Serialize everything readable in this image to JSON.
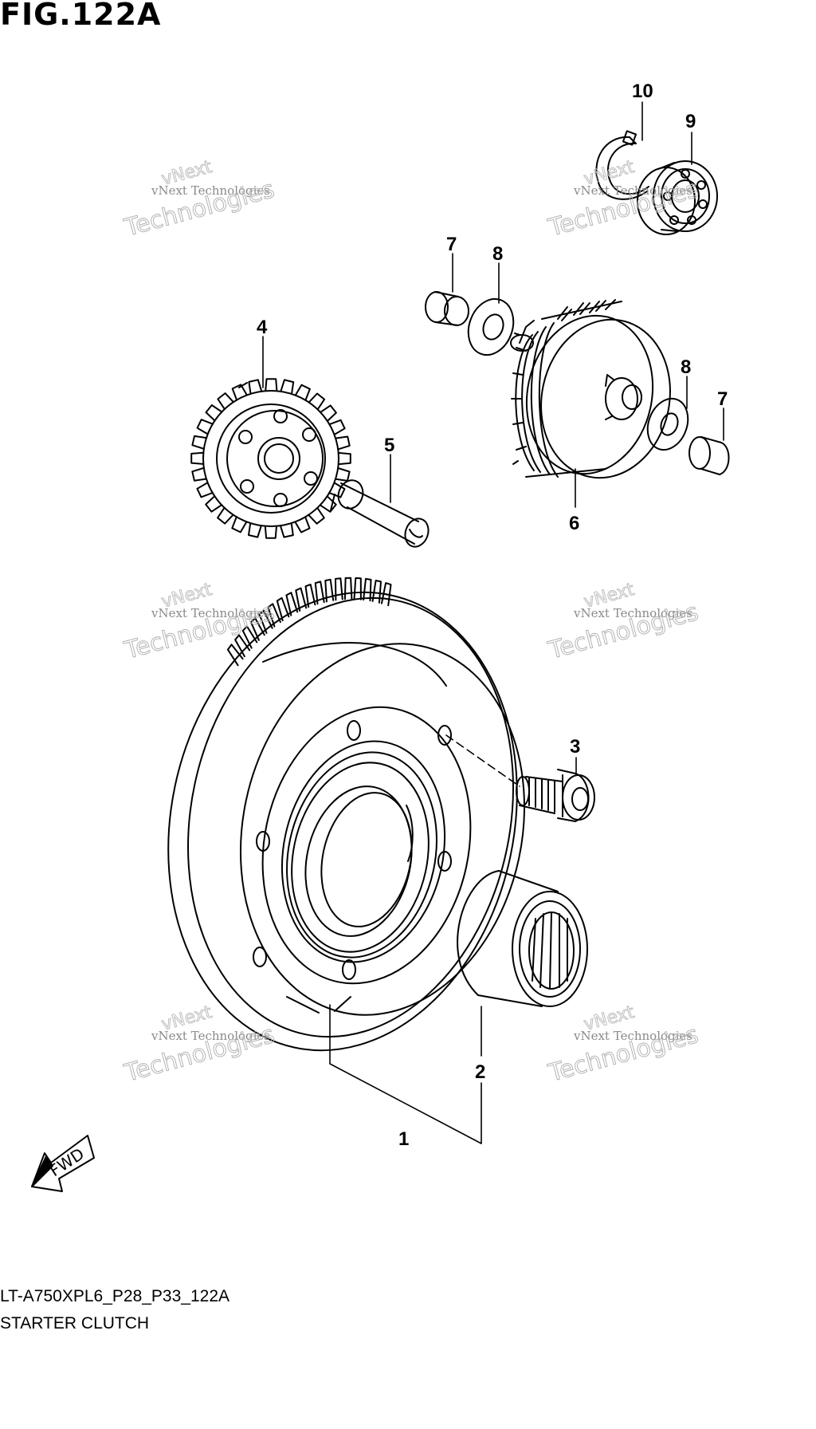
{
  "figure": {
    "title": "FIG.122A",
    "code": "LT-A750XPL6_P28_P33_122A",
    "name": "STARTER CLUTCH"
  },
  "callouts": [
    "1",
    "2",
    "3",
    "4",
    "5",
    "6",
    "7",
    "8",
    "8",
    "7",
    "9",
    "10"
  ],
  "fwd_label": "FWD",
  "watermark": {
    "line1": "vNext Technologies",
    "line2": "Technologies",
    "line3": "vNext"
  }
}
